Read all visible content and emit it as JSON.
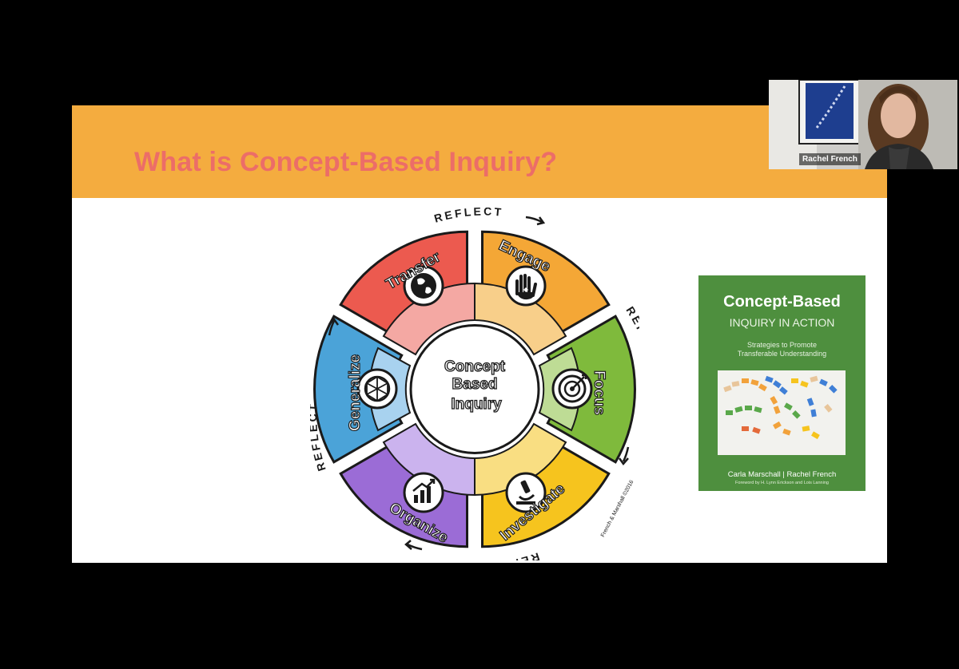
{
  "slide": {
    "title": "What is Concept-Based Inquiry?",
    "colors": {
      "header": "#f4ac3f",
      "title": "#ec6d68",
      "background": "#ffffff"
    }
  },
  "cycle": {
    "center_line1": "Concept",
    "center_line2": "Based",
    "center_line3": "Inquiry",
    "copyright": "French & Marshall ©2016",
    "reflect_label": "REFLECT",
    "phases": [
      {
        "label": "Engage",
        "icon": "hand-heart-icon",
        "color": "#f4a736"
      },
      {
        "label": "Focus",
        "icon": "target-icon",
        "color": "#7fba3c"
      },
      {
        "label": "Investigate",
        "icon": "microscope-icon",
        "color": "#f6c41e"
      },
      {
        "label": "Organize",
        "icon": "bar-chart-icon",
        "color": "#9b6cd6"
      },
      {
        "label": "Generalize",
        "icon": "network-sphere-icon",
        "color": "#4ba3d8"
      },
      {
        "label": "Transfer",
        "icon": "globe-icon",
        "color": "#ec5a4f"
      }
    ]
  },
  "book": {
    "title": "Concept-Based",
    "subtitle": "INQUIRY IN ACTION",
    "tagline_line1": "Strategies to Promote",
    "tagline_line2": "Transferable Understanding",
    "authors": "Carla Marschall | Rachel French",
    "foreword": "Foreword by H. Lynn Erickson and Lois Lanning",
    "color": "#4e8f3e"
  },
  "video": {
    "participant_name": "Rachel French"
  }
}
